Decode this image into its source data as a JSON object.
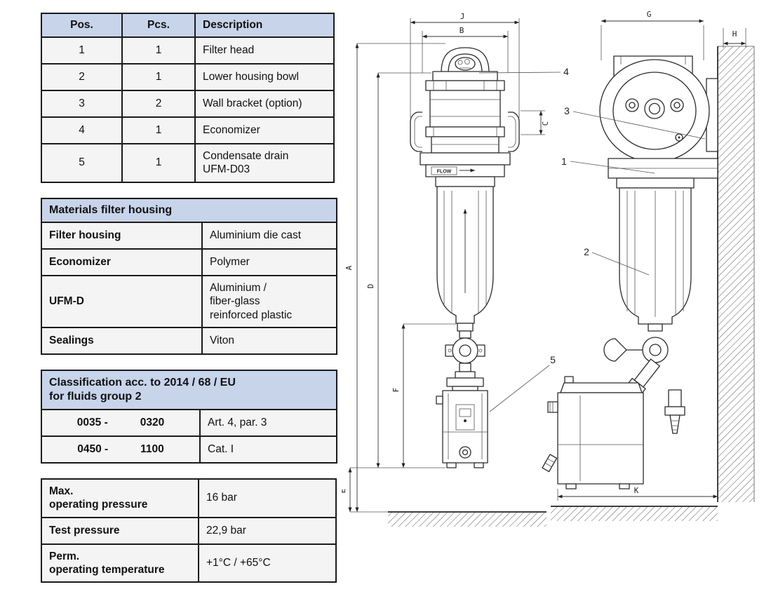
{
  "parts_table": {
    "headers": [
      "Pos.",
      "Pcs.",
      "Description"
    ],
    "rows": [
      {
        "pos": "1",
        "pcs": "1",
        "desc": "Filter head"
      },
      {
        "pos": "2",
        "pcs": "1",
        "desc": "Lower housing bowl"
      },
      {
        "pos": "3",
        "pcs": "2",
        "desc": "Wall bracket (option)"
      },
      {
        "pos": "4",
        "pcs": "1",
        "desc": "Economizer"
      },
      {
        "pos": "5",
        "pcs": "1",
        "desc": "Condensate drain\nUFM-D03"
      }
    ]
  },
  "materials_table": {
    "title": "Materials filter housing",
    "rows": [
      {
        "label": "Filter housing",
        "value": "Aluminium die cast"
      },
      {
        "label": "Economizer",
        "value": "Polymer"
      },
      {
        "label": "UFM-D",
        "value": "Aluminium /\nfiber-glass\nreinforced plastic"
      },
      {
        "label": "Sealings",
        "value": "Viton"
      }
    ]
  },
  "classification_table": {
    "title": "Classification acc. to 2014 / 68 / EU\nfor fluids group 2",
    "rows": [
      {
        "range_from": "0035 -",
        "range_to": "0320",
        "value": "Art. 4, par. 3"
      },
      {
        "range_from": "0450 -",
        "range_to": "1100",
        "value": "Cat. I"
      }
    ]
  },
  "operating_table": {
    "rows": [
      {
        "label": "Max.\noperating pressure",
        "value": "16 bar"
      },
      {
        "label": "Test pressure",
        "value": "22,9 bar"
      },
      {
        "label": "Perm.\noperating temperature",
        "value": "+1°C / +65°C"
      }
    ]
  },
  "diagram": {
    "flow_label": "FLOW",
    "dims": {
      "J": "J",
      "B": "B",
      "A": "A",
      "D": "D",
      "C": "C",
      "F": "F",
      "E": "E",
      "G": "G",
      "H": "H",
      "K": "K"
    },
    "callouts": {
      "filter_head": "1",
      "bowl": "2",
      "wall_bracket": "3",
      "economizer": "4",
      "condensate_drain": "5"
    }
  },
  "colors": {
    "table_header_bg": "#c7d4ea",
    "border": "#1b1b1b"
  }
}
